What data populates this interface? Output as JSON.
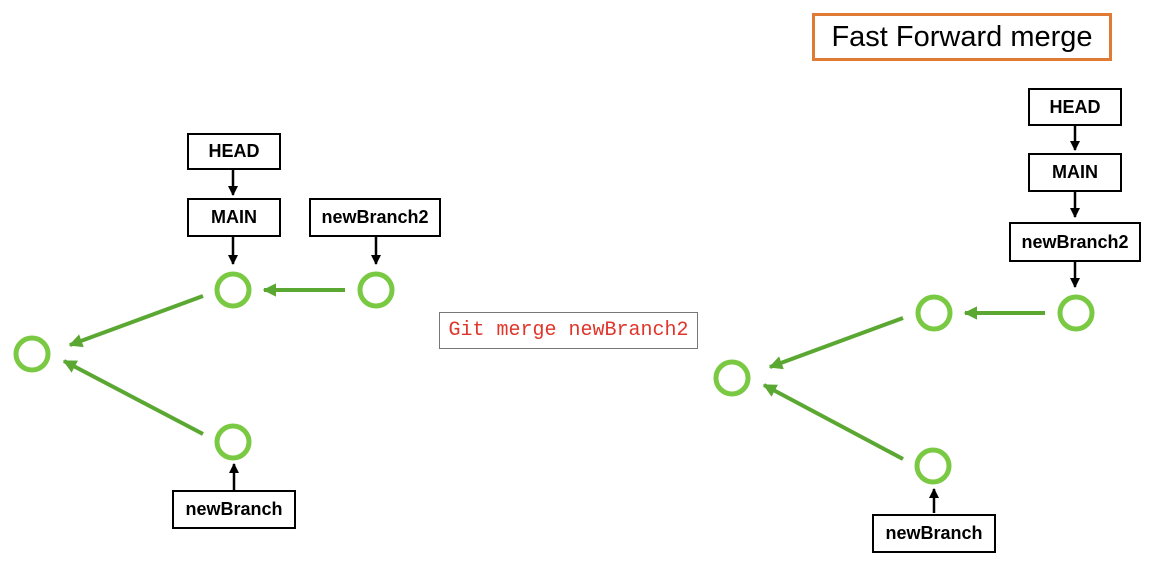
{
  "title": "Fast Forward merge",
  "command": "Git merge newBranch2",
  "colors": {
    "commit": "#7ac943",
    "edge": "#5aa832",
    "pointer": "#000000",
    "title_border": "#e07b35",
    "command_text": "#e0352b"
  },
  "before": {
    "labels": {
      "head": "HEAD",
      "main": "MAIN",
      "new_branch2": "newBranch2",
      "new_branch": "newBranch"
    }
  },
  "after": {
    "labels": {
      "head": "HEAD",
      "main": "MAIN",
      "new_branch2": "newBranch2",
      "new_branch": "newBranch"
    }
  }
}
